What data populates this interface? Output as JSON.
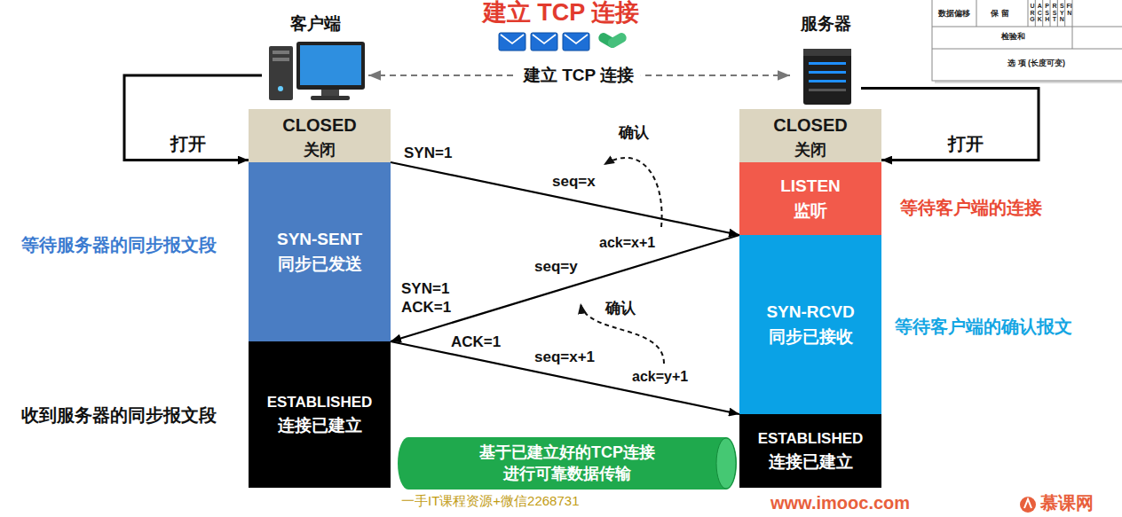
{
  "diagram": {
    "title": "建立 TCP 连接",
    "nodes": [
      {
        "text": [
          "客户端"
        ]
      },
      {
        "text": [
          "服务器"
        ]
      },
      {
        "text": [
          "CLOSED",
          "关闭"
        ]
      },
      {
        "text": [
          "SYN-SENT",
          "同步已发送"
        ]
      },
      {
        "text": [
          "ESTABLISHED",
          "连接已建立"
        ]
      },
      {
        "text": [
          "CLOSED",
          "关闭"
        ]
      },
      {
        "text": [
          "LISTEN",
          "监听"
        ]
      },
      {
        "text": [
          "SYN-RCVD",
          "同步已接收"
        ]
      },
      {
        "text": [
          "ESTABLISHED",
          "连接已建立"
        ]
      },
      {
        "text": [
          "基于已建立好的TCP连接 进行可靠数据传输"
        ]
      }
    ],
    "edges": [
      {
        "from": 0,
        "to": 2,
        "arrow": "to",
        "label": "打开"
      },
      {
        "from": 1,
        "to": 5,
        "arrow": "to",
        "label": "打开"
      },
      {
        "from": 0,
        "to": 1,
        "arrow": "both",
        "label": "建立 TCP 连接"
      },
      {
        "from": 3,
        "to": 6,
        "arrow": "to",
        "label": "seq=x"
      },
      {
        "from": 7,
        "to": 3,
        "arrow": "to",
        "label": "seq=y"
      },
      {
        "from": 4,
        "to": 7,
        "arrow": "to",
        "label": "seq=x+1"
      }
    ],
    "labels": [
      "SYN=1",
      "SYN=1",
      "ACK=1",
      "ack=x+1",
      "ACK=1",
      "ack=y+1",
      "确认",
      "确认",
      "等待服务器的同步报文段",
      "收到服务器的同步报文段",
      "等待客户端的连接",
      "等待客户端的确认报文",
      "数据偏移",
      "保 留",
      "URG",
      "ACK",
      "PSH",
      "RST",
      "SYN",
      "FIN",
      "检验和",
      "选 项 (长度可变)",
      "一手IT课程资源+微信2268731",
      "www.imooc.com",
      "慕课网"
    ]
  }
}
